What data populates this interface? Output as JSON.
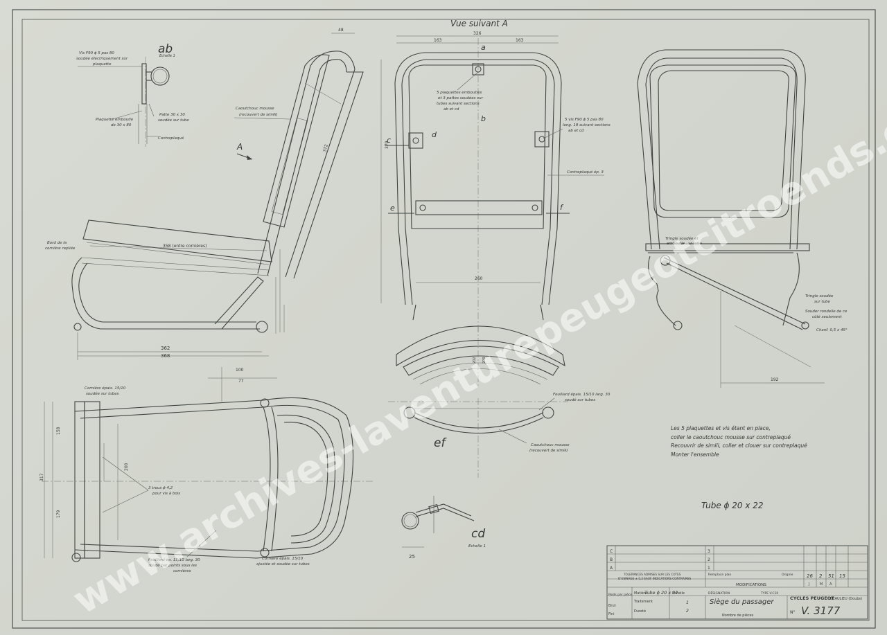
{
  "views": {
    "vue_a": "Vue suivant A",
    "ab": "ab",
    "ab_scale": "Echelle 1",
    "ef": "ef",
    "cd": "cd",
    "cd_scale": "Echelle 1",
    "arrow_a": "A",
    "sec_a": "a",
    "sec_b": "b",
    "sec_c": "c",
    "sec_d": "d",
    "sec_e": "e",
    "sec_f": "f"
  },
  "annotations": {
    "vis_f90": "Vis F90 ϕ 5 pas 80",
    "soudee_elec": "soudée électriquement sur",
    "plaquette": "plaquette",
    "plaquette_embout": "Plaquette emboutie",
    "plaquette_dim": "de 30 x 80",
    "patte": "Patte 30 x 30",
    "soudee_tube": "soudée sur tube",
    "contreplaque": "Contreplaqué",
    "caoutchouc": "Caoutchouc mousse",
    "recouvert": "(recouvert de simili)",
    "bord": "Bord de la",
    "corniere_replie": "cornière repliée",
    "entre_cornieres": "358 (entre cornières)",
    "cinq_plaquettes_1": "5 plaquettes embouties",
    "cinq_plaquettes_2": "et 3 pattes soudées sur",
    "cinq_plaquettes_3": "tubes suivant sections",
    "cinq_plaquettes_4": "ab et cd",
    "cinq_vis_1": "5 vis F90 ϕ 5 pas 80",
    "cinq_vis_2": "long. 18 suivant sections",
    "cinq_vis_3": "ab et cd",
    "contreplaque_ep": "Contreplaqué ép. 3",
    "tringle_1": "Tringle soudée et",
    "tringle_2": "emboutie sur tube",
    "tringle_soudee_1": "Tringle soudée",
    "tringle_soudee_2": "sur tube",
    "souder_1": "Souder rondelle de ce",
    "souder_2": "côté seulement",
    "chanf": "Chanf. 0,5 x 45°",
    "corniere_ep": "Cornière épais. 15/10",
    "soudee_tubes": "soudée sur tubes",
    "trous": "3 trous ϕ 4,2",
    "trous_2": "pour vis à bois",
    "feuillard_1": "Feuillard ép. 15/10 larg. 30",
    "feuillard_2": "soudé par points sous les",
    "feuillard_3": "cornières",
    "corniere_2_1": "Cornière épais. 15/10",
    "corniere_2_2": "ajustée et soudée sur tubes",
    "feuillard_ef_1": "Feuillard épais. 15/10 larg. 30",
    "feuillard_ef_2": "soudé sur tubes",
    "caoutchouc_ef": "Caoutchouc mousse",
    "recouvert_ef": "(recouvert de simili)"
  },
  "dimensions": {
    "d48": "48",
    "d326": "326",
    "d163a": "163",
    "d163b": "163",
    "d372": "372",
    "d379": "379",
    "d358": "358",
    "d362": "362",
    "d368": "368",
    "d100": "100",
    "d77": "77",
    "d260": "260",
    "d192": "192",
    "d317": "317",
    "d158": "158",
    "d179": "179",
    "d200": "200",
    "d202": "202",
    "d25": "25"
  },
  "notes": {
    "line1": "Les 5 plaquettes et vis étant en place,",
    "line2": "coller le caoutchouc mousse sur contreplaqué",
    "line3": "Recouvrir de simili, coller et clouer sur contreplaqué",
    "line4": "Monter l'ensemble"
  },
  "tube_spec": "Tube ϕ 20 x 22",
  "title_block": {
    "rows_left": [
      "C",
      "B",
      "A"
    ],
    "rows_right": [
      "3",
      "2",
      "1"
    ],
    "tolerances_1": "TOLERANCES ADMISES SUR LES COTES",
    "tolerances_2": "D'USINAGE ± 0,2 SAUF INDICATIONS CONTRAIRES",
    "modifications": "MODIFICATIONS",
    "remplace": "Remplace plan",
    "origine": "Origine",
    "date_j": "26",
    "date_m": "2",
    "date_a": "51",
    "date_x": "15",
    "hdr_j": "J",
    "hdr_m": "M",
    "hdr_a": "A",
    "poids_label": "Poids par pièce",
    "brut": "Brut",
    "fini": "Fini",
    "matiere_label": "Matière",
    "matiere": "Tube ϕ 20 x 22",
    "traitement": "Traitement",
    "durete": "Dureté",
    "echelle_label": "Echelle",
    "echelle_1": "1",
    "echelle_2": "2",
    "designation_label": "DÉSIGNATION",
    "type": "TYPE V.C10",
    "designation": "Siège du passager",
    "company": "CYCLES PEUGEOT",
    "location": "BEAULIEU (Doubs)",
    "nombre": "Nombre de pièces",
    "no_label": "N°",
    "number": "V. 3177"
  },
  "watermark": {
    "text": "www.archives-laventurepeugeotcitroends.com"
  }
}
